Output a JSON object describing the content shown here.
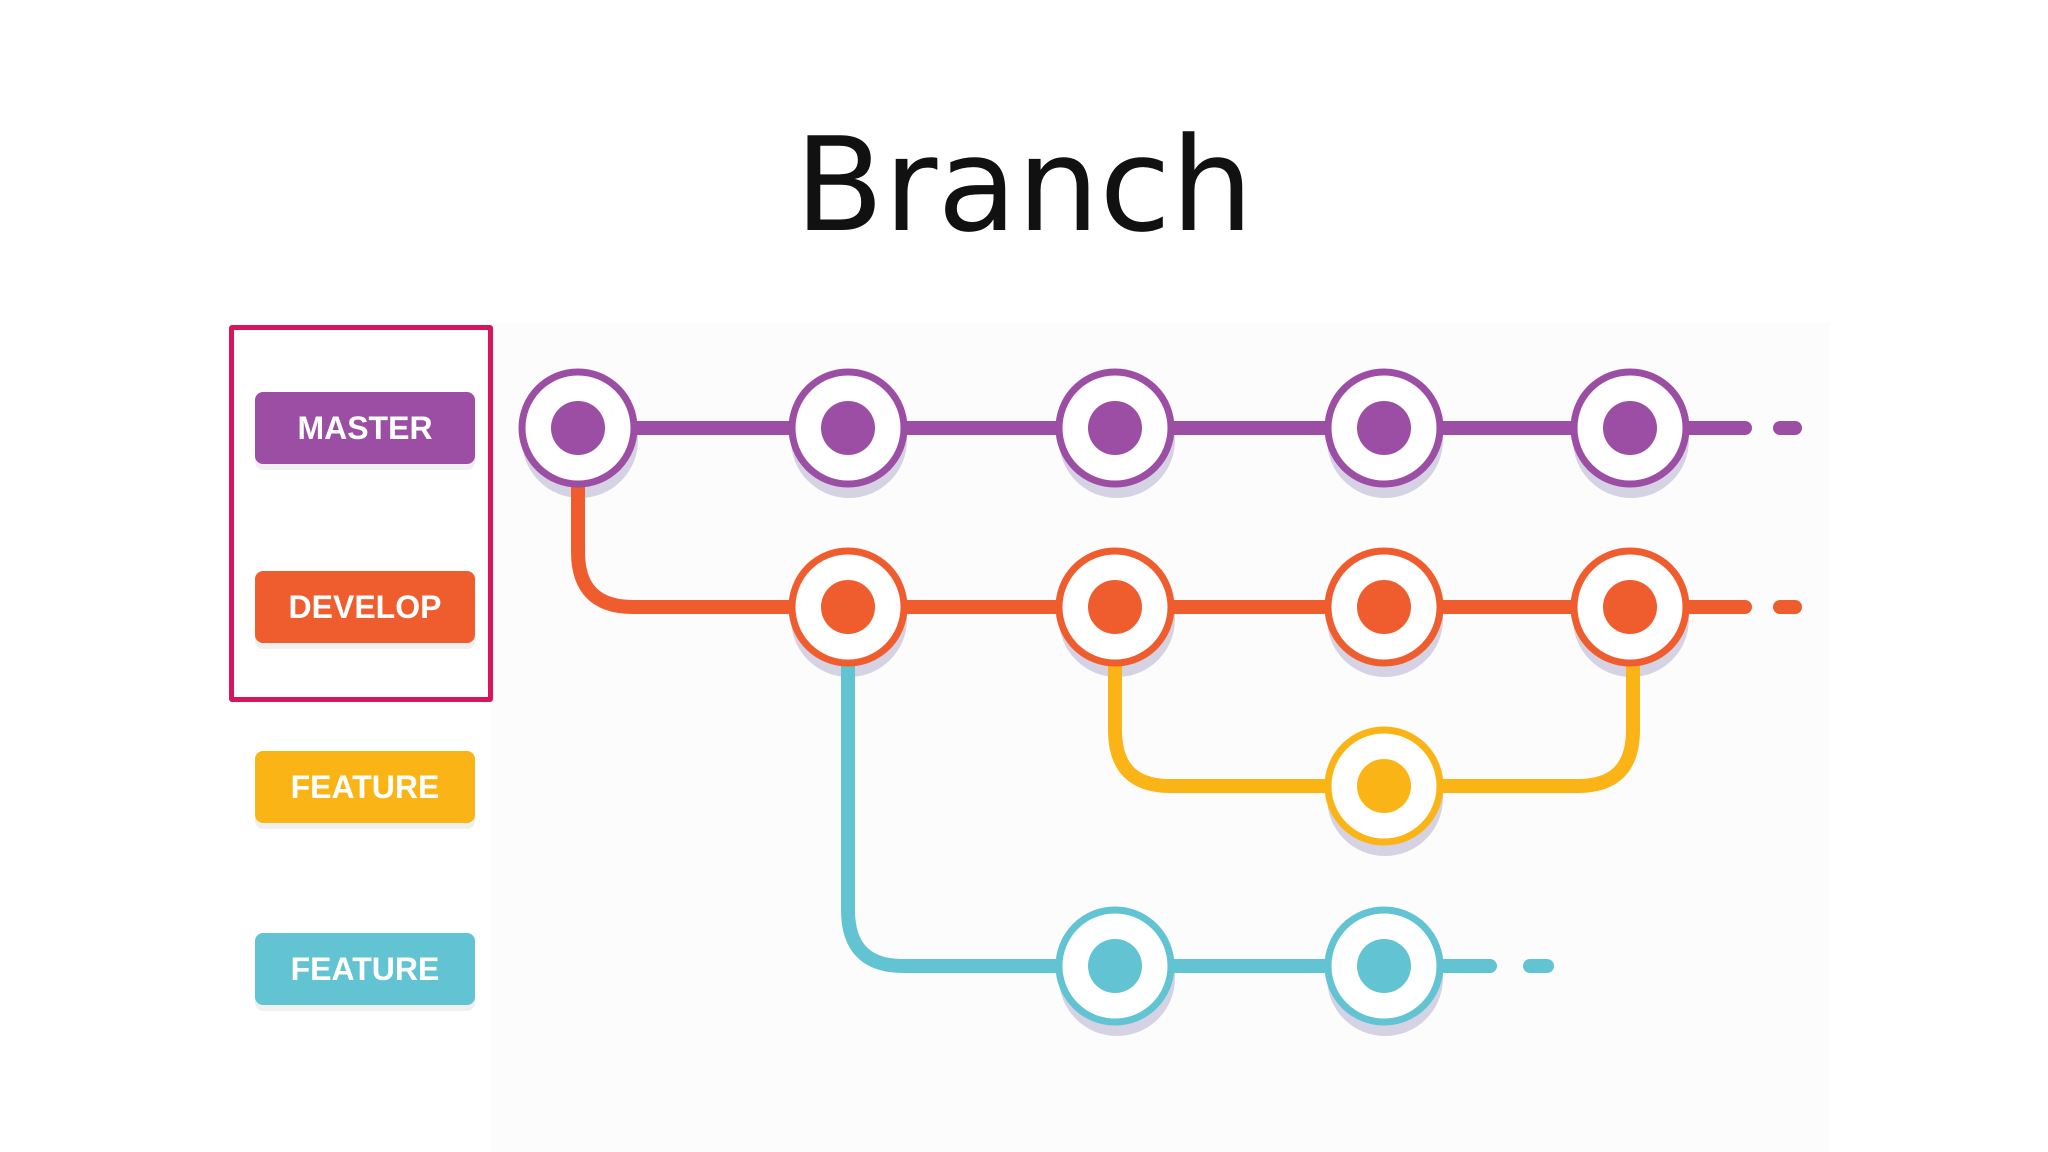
{
  "title": "Branch",
  "labels": [
    {
      "key": "master",
      "text": "MASTER",
      "color": "#9b4ea3"
    },
    {
      "key": "develop",
      "text": "DEVELOP",
      "color": "#ef5d2e"
    },
    {
      "key": "feature_a",
      "text": "FEATURE",
      "color": "#fbb415"
    },
    {
      "key": "feature_b",
      "text": "FEATURE",
      "color": "#62c3d3"
    }
  ],
  "highlight_color": "#d8155a",
  "shadow_color": "#d4d2e3"
}
